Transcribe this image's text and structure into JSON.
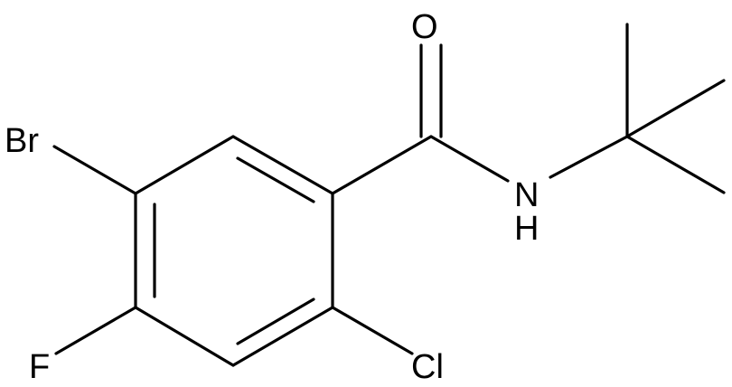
{
  "molecule": {
    "atoms": {
      "br": "Br",
      "f": "F",
      "cl": "Cl",
      "o": "O",
      "n": "N",
      "h": "H"
    }
  }
}
